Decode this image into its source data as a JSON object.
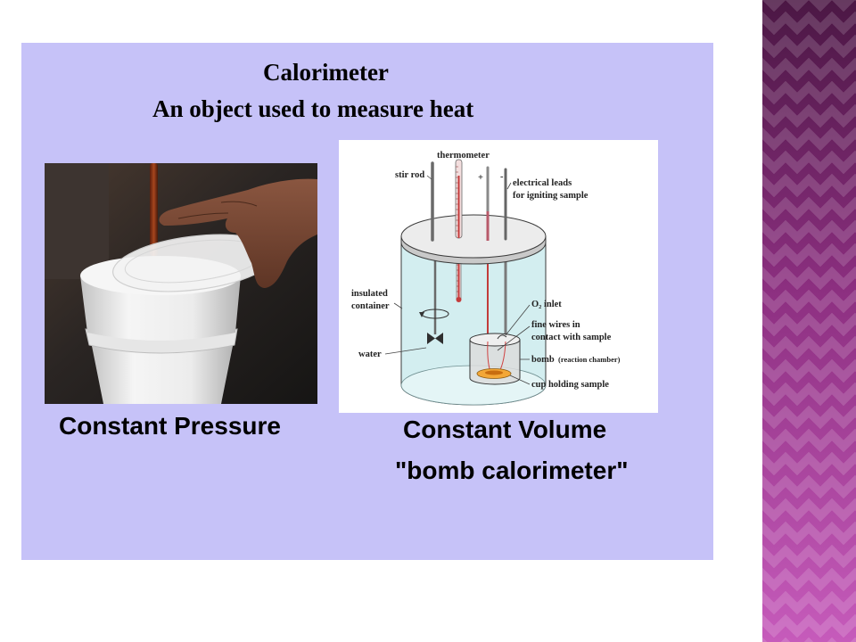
{
  "slide": {
    "title": "Calorimeter",
    "subtitle": "An object used to measure heat",
    "caption_left": "Constant Pressure",
    "caption_right": "Constant Volume",
    "caption_right_sub": "\"bomb calorimeter\""
  },
  "diagram": {
    "labels": {
      "thermometer": "thermometer",
      "stir_rod": "stir rod",
      "electrical_leads_line1": "electrical leads",
      "electrical_leads_line2": "for igniting sample",
      "plus": "+",
      "minus": "-",
      "insulated_line1": "insulated",
      "insulated_line2": "container",
      "water": "water",
      "o2_inlet": "O₂ inlet",
      "fine_wires_line1": "fine wires in",
      "fine_wires_line2": "contact with sample",
      "bomb": "bomb",
      "bomb_note": "(reaction chamber)",
      "cup": "cup holding sample"
    }
  },
  "colors": {
    "page": "#ffffff",
    "panel": "#c6c2f8",
    "stripe_top": "#4b1744",
    "stripe_mid": "#8c2f80",
    "stripe_bottom": "#c65bbb"
  }
}
